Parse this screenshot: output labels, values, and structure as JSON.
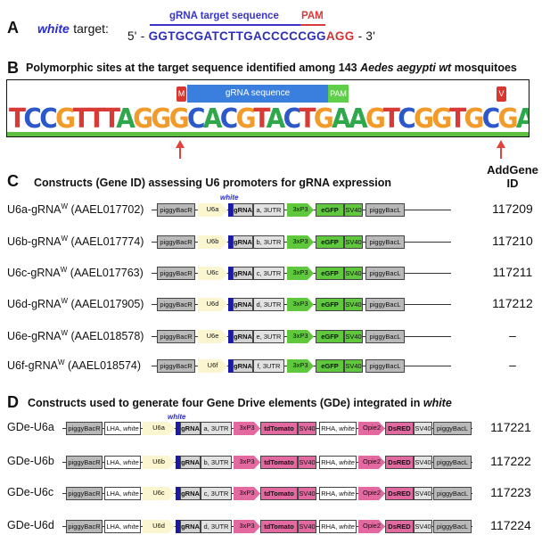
{
  "panel_a": {
    "letter": "A",
    "white_word": "white",
    "target_word": "target:",
    "grna_label": "gRNA target sequence",
    "pam_label": "PAM",
    "seq_prefix": "5' -",
    "seq_target": "GGTGCGATCTTGACCCCCGG",
    "seq_pam": "AGG",
    "seq_suffix": "- 3'"
  },
  "panel_b": {
    "letter": "B",
    "title_pre": "Polymorphic sites at the target sequence identified among 143 ",
    "title_species": "Aedes aegypti wt",
    "title_post": " mosquitoes",
    "logo_sequence": "TCCGTTTAGGGCACGTACTGAAGTCGGTGCGATCTTGACCCCCGGAGGCGACCTGAAGGACAAAGCGTTCAGC",
    "m_label": "M",
    "grna_box": "gRNA sequence",
    "pam_box": "PAM",
    "v_label": "V"
  },
  "panel_c": {
    "letter": "C",
    "title": "Constructs (Gene ID) assessing U6 promoters for gRNA expression",
    "addgene_header_1": "AddGene",
    "addgene_header_2": "ID",
    "white_tag": "white",
    "rows": [
      {
        "label": "U6a-gRNA",
        "sup": "W",
        "gene": " (AAEL017702)",
        "u6": "U6a",
        "utr": "a, 3UTR",
        "addgene": "117209"
      },
      {
        "label": "U6b-gRNA",
        "sup": "W",
        "gene": " (AAEL017774)",
        "u6": "U6b",
        "utr": "b, 3UTR",
        "addgene": "117210"
      },
      {
        "label": "U6c-gRNA",
        "sup": "W",
        "gene": " (AAEL017763)",
        "u6": "U6c",
        "utr": "c, 3UTR",
        "addgene": "117211"
      },
      {
        "label": "U6d-gRNA",
        "sup": "W",
        "gene": " (AAEL017905)",
        "u6": "U6d",
        "utr": "d, 3UTR",
        "addgene": "117212"
      },
      {
        "label": "U6e-gRNA",
        "sup": "W",
        "gene": " (AAEL018578)",
        "u6": "U6e",
        "utr": "e, 3UTR",
        "addgene": "–"
      },
      {
        "label": "U6f-gRNA",
        "sup": "W",
        "gene": " (AAEL018574)",
        "u6": "U6f",
        "utr": "f, 3UTR",
        "addgene": "–"
      }
    ],
    "elements": {
      "piggybac_r": "piggyBacR",
      "grna": "gRNA",
      "promoter": "3xP3",
      "reporter": "eGFP",
      "sv40": "SV40",
      "piggybac_l": "piggyBacL"
    }
  },
  "panel_d": {
    "letter": "D",
    "title_pre": "Constructs  used to generate four Gene Drive elements (GDe) integrated in ",
    "title_white": "white",
    "white_tag": "white",
    "rows": [
      {
        "label": "GDe-U6a",
        "u6": "U6a",
        "utr": "a, 3UTR",
        "addgene": "117221"
      },
      {
        "label": "GDe-U6b",
        "u6": "U6b",
        "utr": "b, 3UTR",
        "addgene": "117222"
      },
      {
        "label": "GDe-U6c",
        "u6": "U6c",
        "utr": "c, 3UTR",
        "addgene": "117223"
      },
      {
        "label": "GDe-U6d",
        "u6": "U6d",
        "utr": "d, 3UTR",
        "addgene": "117224"
      }
    ],
    "elements": {
      "piggybac_r": "piggyBacR",
      "lha": "LHA, ",
      "lha_white": "white",
      "grna": "gRNA",
      "promoter": "3xP3",
      "reporter": "tdTomato",
      "sv40": "SV40",
      "rha": "RHA, ",
      "rha_white": "white",
      "opie2": "Opie2",
      "dsred": "DsRED",
      "piggybac_l": "piggyBacL"
    }
  }
}
